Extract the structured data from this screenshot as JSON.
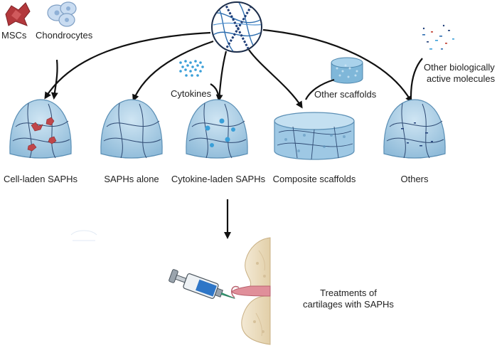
{
  "labels": {
    "mscs": "MSCs",
    "chondrocytes": "Chondrocytes",
    "cytokines": "Cytokines",
    "other_scaffolds": "Other scaffolds",
    "other_molecules_line1": "Other biologically",
    "other_molecules_line2": "active molecules"
  },
  "categories": [
    "Cell-laden SAPHs",
    "SAPHs alone",
    "Cytokine-laden SAPHs",
    "Composite scaffolds",
    "Others"
  ],
  "treatment": {
    "line1": "Treatments of",
    "line2": "cartilages with SAPHs"
  },
  "colors": {
    "hydrogel_fill": "#9ec8e4",
    "hydrogel_edge": "#5b8fb5",
    "fiber": "#2f4a73",
    "msc_red": "#b3383c",
    "chondrocyte_blue": "#c9dcf1",
    "cytokine_dot": "#3a9fd8",
    "bone": "#eadcc0",
    "cartilage_pink": "#e08f9a",
    "arrow": "#111111"
  }
}
